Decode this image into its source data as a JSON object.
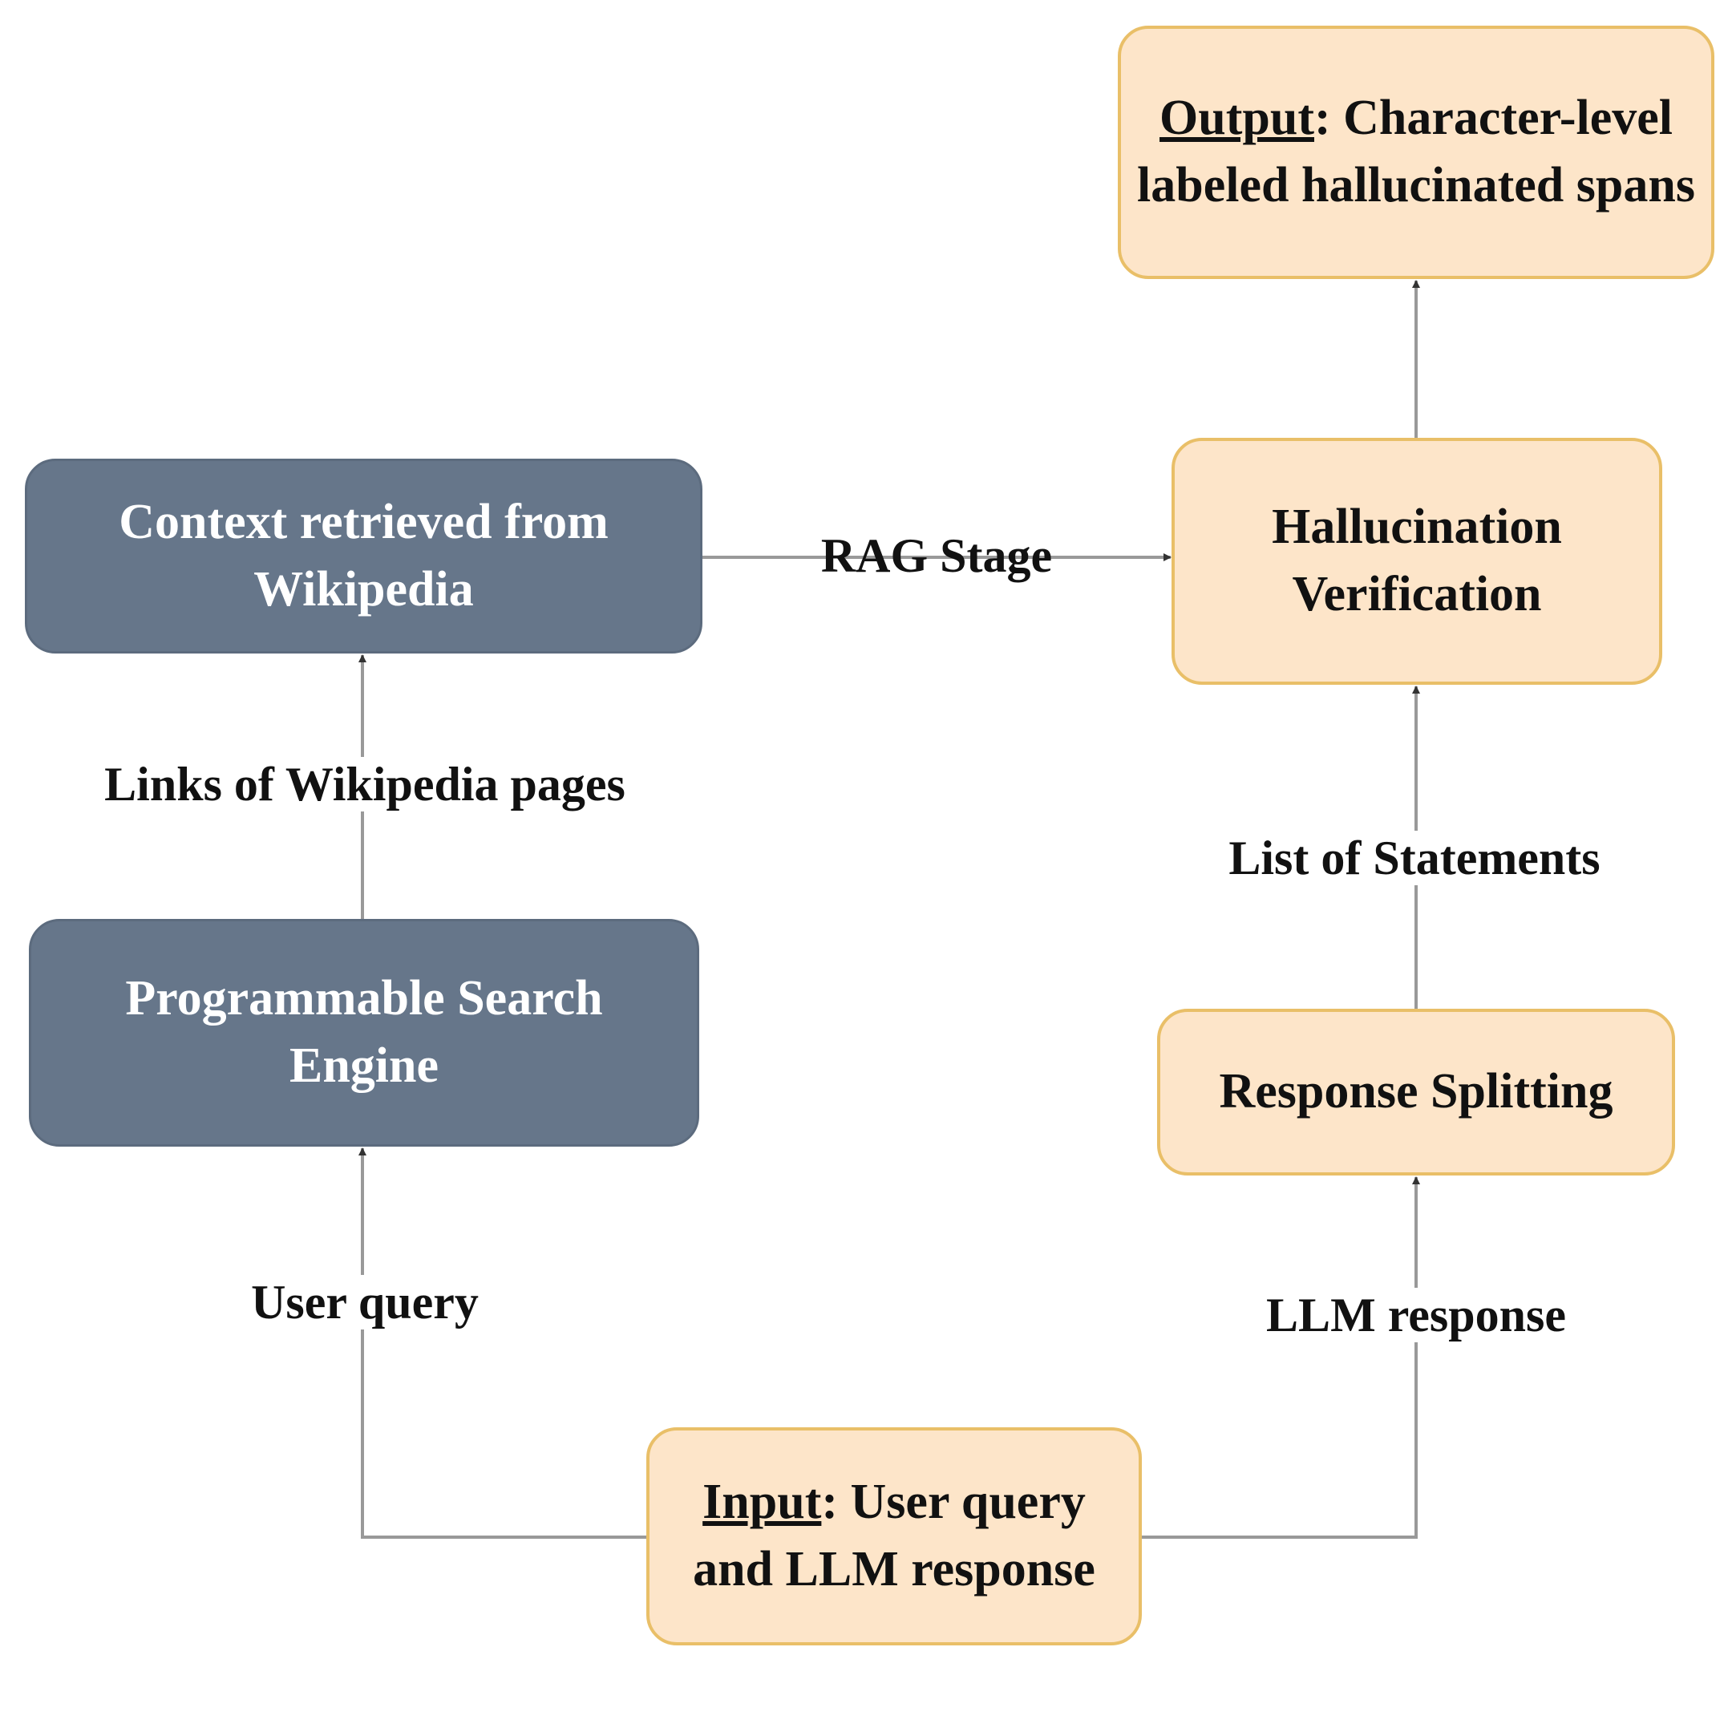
{
  "nodes": {
    "context": {
      "text": "Context retrieved from Wikipedia"
    },
    "search_engine": {
      "text": "Programmable Search Engine"
    },
    "input": {
      "emphasis": "Input",
      "rest": ": User query and LLM response"
    },
    "response_splitting": {
      "text": "Response Splitting"
    },
    "verification": {
      "text": "Hallucination Verification"
    },
    "output": {
      "emphasis": "Output",
      "rest": ": Character-level labeled hallucinated spans"
    }
  },
  "edges": {
    "user_query": "User query",
    "llm_response": "LLM response",
    "links": "Links of Wikipedia pages",
    "statements": "List of Statements",
    "rag": "RAG Stage"
  },
  "colors": {
    "dark_node_fill": "#66768a",
    "light_node_fill": "#fde5c9",
    "light_node_border": "#e9bf68",
    "edge": "#999999"
  }
}
